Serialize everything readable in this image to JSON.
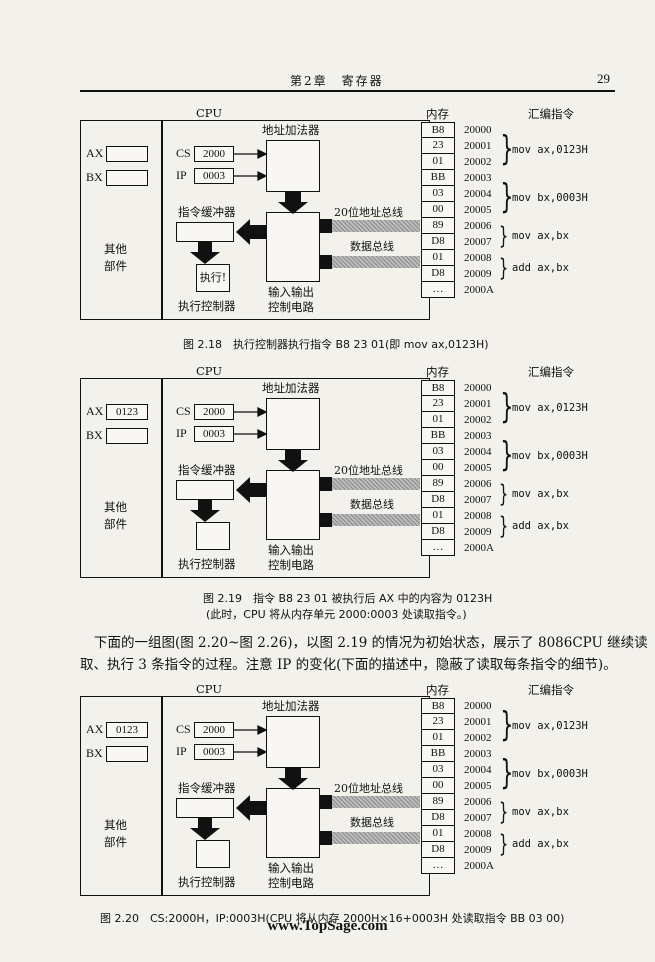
{
  "header": {
    "title": "第2章　寄存器",
    "page_number": "29"
  },
  "figures": [
    {
      "cpu_label": "CPU",
      "ax_label": "AX",
      "ax_value": "",
      "bx_label": "BX",
      "bx_value": "",
      "cs_label": "CS",
      "cs_value": "2000",
      "ip_label": "IP",
      "ip_value": "0003",
      "adder_label": "地址加法器",
      "instr_buffer_label": "指令缓冲器",
      "instr_buffer_content": "",
      "exec_box_text": "执行!",
      "exec_ctrl_label": "执行控制器",
      "other_label_1": "其他",
      "other_label_2": "部件",
      "io_label_1": "输入输出",
      "io_label_2": "控制电路",
      "addr_bus_label": "20位地址总线",
      "data_bus_label": "数据总线",
      "memory_label": "内存",
      "asm_label": "汇编指令",
      "memory": [
        "B8",
        "23",
        "01",
        "BB",
        "03",
        "00",
        "89",
        "D8",
        "01",
        "D8",
        "…"
      ],
      "addresses": [
        "20000",
        "20001",
        "20002",
        "20003",
        "20004",
        "20005",
        "20006",
        "20007",
        "20008",
        "20009",
        "2000A"
      ],
      "instructions": [
        "mov ax,0123H",
        "mov bx,0003H",
        "mov ax,bx",
        "add ax,bx"
      ],
      "caption_1": "图 2.18　执行控制器执行指令 B8 23 01(即 mov ax,0123H)",
      "caption_2": ""
    },
    {
      "cpu_label": "CPU",
      "ax_label": "AX",
      "ax_value": "0123",
      "bx_label": "BX",
      "bx_value": "",
      "cs_label": "CS",
      "cs_value": "2000",
      "ip_label": "IP",
      "ip_value": "0003",
      "adder_label": "地址加法器",
      "instr_buffer_label": "指令缓冲器",
      "instr_buffer_content": "",
      "exec_box_text": "",
      "exec_ctrl_label": "执行控制器",
      "other_label_1": "其他",
      "other_label_2": "部件",
      "io_label_1": "输入输出",
      "io_label_2": "控制电路",
      "addr_bus_label": "20位地址总线",
      "data_bus_label": "数据总线",
      "memory_label": "内存",
      "asm_label": "汇编指令",
      "memory": [
        "B8",
        "23",
        "01",
        "BB",
        "03",
        "00",
        "89",
        "D8",
        "01",
        "D8",
        "…"
      ],
      "addresses": [
        "20000",
        "20001",
        "20002",
        "20003",
        "20004",
        "20005",
        "20006",
        "20007",
        "20008",
        "20009",
        "2000A"
      ],
      "instructions": [
        "mov ax,0123H",
        "mov bx,0003H",
        "mov ax,bx",
        "add ax,bx"
      ],
      "caption_1": "图 2.19　指令 B8 23 01 被执行后 AX 中的内容为 0123H",
      "caption_2": "(此时，CPU 将从内存单元 2000:0003 处读取指令。)"
    },
    {
      "cpu_label": "CPU",
      "ax_label": "AX",
      "ax_value": "0123",
      "bx_label": "BX",
      "bx_value": "",
      "cs_label": "CS",
      "cs_value": "2000",
      "ip_label": "IP",
      "ip_value": "0003",
      "adder_label": "地址加法器",
      "instr_buffer_label": "指令缓冲器",
      "instr_buffer_content": "",
      "exec_box_text": "",
      "exec_ctrl_label": "执行控制器",
      "other_label_1": "其他",
      "other_label_2": "部件",
      "io_label_1": "输入输出",
      "io_label_2": "控制电路",
      "addr_bus_label": "20位地址总线",
      "data_bus_label": "数据总线",
      "memory_label": "内存",
      "asm_label": "汇编指令",
      "memory": [
        "B8",
        "23",
        "01",
        "BB",
        "03",
        "00",
        "89",
        "D8",
        "01",
        "D8",
        "…"
      ],
      "addresses": [
        "20000",
        "20001",
        "20002",
        "20003",
        "20004",
        "20005",
        "20006",
        "20007",
        "20008",
        "20009",
        "2000A"
      ],
      "instructions": [
        "mov ax,0123H",
        "mov bx,0003H",
        "mov ax,bx",
        "add ax,bx"
      ],
      "caption_1": "图 2.20　CS:2000H，IP:0003H(CPU 将从内存 2000H×16+0003H 处读取指令 BB 03 00)",
      "caption_2": ""
    }
  ],
  "paragraph": {
    "line_1": "下面的一组图(图 2.20~图 2.26)，以图 2.19 的情况为初始状态，展示了 8086CPU 继续读",
    "line_2": "取、执行 3 条指令的过程。注意 IP 的变化(下面的描述中，隐蔽了读取每条指令的细节)。"
  },
  "footer": "www.TopSage.com"
}
